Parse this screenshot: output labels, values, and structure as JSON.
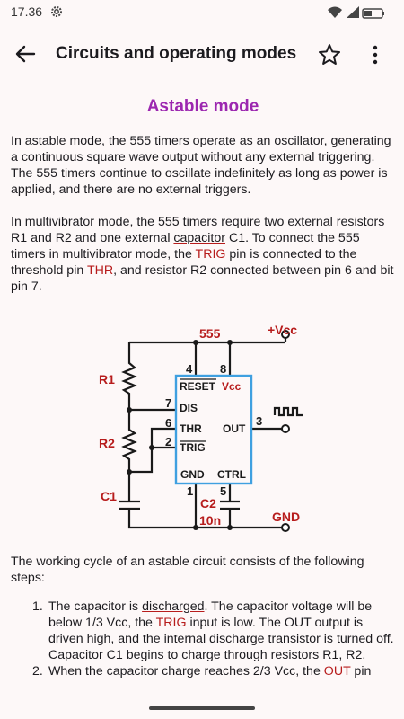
{
  "status": {
    "time": "17.36"
  },
  "app_bar": {
    "title": "Circuits and operating modes"
  },
  "section": {
    "heading": "Astable mode"
  },
  "para1": "In astable mode, the 555 timers operate as an oscillator, generating a continuous square wave output without any external triggering. The 555 timers continue to oscillate indefinitely as long as power is applied, and there are no external triggers.",
  "para2": {
    "a": "In multivibrator mode, the 555 timers require two external resistors R1 and R2 and one external ",
    "b": "capacitor",
    "c": " C1. To connect the 555 timers in multivibrator mode, the ",
    "d": "TRIG",
    "e": " pin is connected to the threshold pin ",
    "f": "THR",
    "g": ", and resistor R2 connected between pin 6 and bit pin 7."
  },
  "circuit": {
    "chip": "555",
    "vcc": "+Vcc",
    "gnd": "GND",
    "r1": "R1",
    "r2": "R2",
    "c1": "C1",
    "c2": "C2",
    "c2_value": "10n",
    "pin4": "4",
    "pin8": "8",
    "pin7": "7",
    "pin6": "6",
    "pin2": "2",
    "pin3": "3",
    "pin1": "1",
    "pin5": "5",
    "reset": "RESET",
    "vcc_pin": "Vcc",
    "dis": "DIS",
    "thr": "THR",
    "trig": "TRIG",
    "out": "OUT",
    "gnd_pin": "GND",
    "ctrl": "CTRL"
  },
  "para3": "The working cycle of an astable circuit consists of the following steps:",
  "steps": [
    {
      "num": "1.",
      "a": "The capacitor is ",
      "b": "discharged",
      "c": ". The capacitor voltage will be below 1/3 Vcc, the ",
      "d": "TRIG",
      "e": " input is low. The OUT output is driven high, and the internal discharge transistor is turned off. Capacitor C1 begins to charge through resistors R1, R2."
    },
    {
      "num": "2.",
      "a": "When the capacitor charge reaches 2/3 Vcc, the ",
      "b": "OUT",
      "c": " pin"
    }
  ],
  "colors": {
    "heading": "#9c27b0",
    "highlight": "#b71c1c",
    "circuit": "#1a1a1a",
    "pin_box": "#3fa0e0"
  }
}
